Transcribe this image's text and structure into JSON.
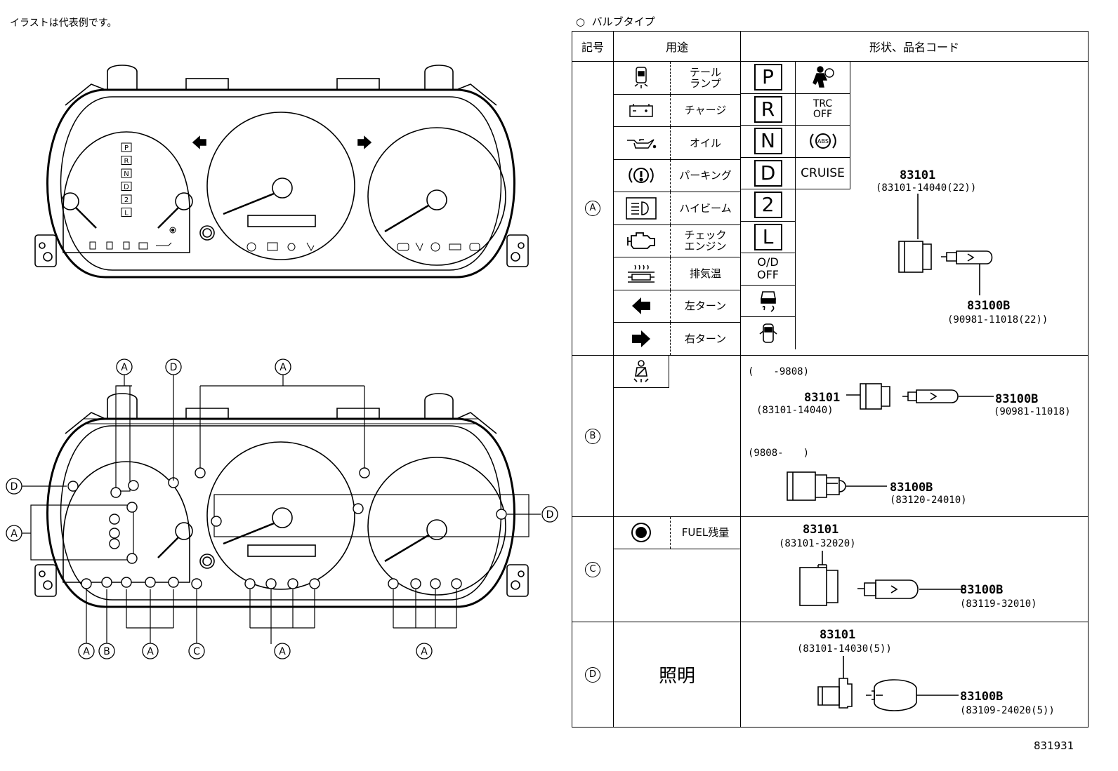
{
  "note": "イラストは代表例です。",
  "figure_number": "831931",
  "table": {
    "title": "バルブタイプ",
    "headers": {
      "symbol": "記号",
      "usage": "用途",
      "shape": "形状、品名コード"
    },
    "rows": {
      "A": {
        "symbol": "A",
        "usages": [
          "テール ランプ",
          "チャージ",
          "オイル",
          "パーキング",
          "ハイビーム",
          "チェック エンジン",
          "排気温",
          "左ターン",
          "右ターン"
        ],
        "indicators": [
          "P",
          "R",
          "N",
          "D",
          "2",
          "L",
          "O/D OFF",
          "TRC OFF",
          "ABS",
          "CRUISE"
        ],
        "socket_part": "83101",
        "socket_code": "(83101-14040(22))",
        "bulb_part": "83100B",
        "bulb_code": "(90981-11018(22))"
      },
      "B": {
        "symbol": "B",
        "range1": "(　　-9808)",
        "socket_part": "83101",
        "socket_code": "(83101-14040)",
        "bulb_part": "83100B",
        "bulb_code": "(90981-11018)",
        "range2": "(9808-　　)",
        "bulb2_part": "83100B",
        "bulb2_code": "(83120-24010)"
      },
      "C": {
        "symbol": "C",
        "usage": "FUEL残量",
        "socket_part": "83101",
        "socket_code": "(83101-32020)",
        "bulb_part": "83100B",
        "bulb_code": "(83119-32010)"
      },
      "D": {
        "symbol": "D",
        "usage": "照明",
        "socket_part": "83101",
        "socket_code": "(83101-14030(5))",
        "bulb_part": "83100B",
        "bulb_code": "(83109-24020(5))"
      }
    }
  },
  "diagram": {
    "gear_labels": [
      "P",
      "R",
      "N",
      "D",
      "2",
      "L"
    ],
    "callouts": {
      "top_a1": "A",
      "top_d": "D",
      "top_a2": "A",
      "left_d": "D",
      "left_a": "A",
      "right_d": "D",
      "bot_a1": "A",
      "bot_b": "B",
      "bot_a2": "A",
      "bot_c": "C",
      "bot_a3": "A",
      "bot_a4": "A"
    }
  }
}
